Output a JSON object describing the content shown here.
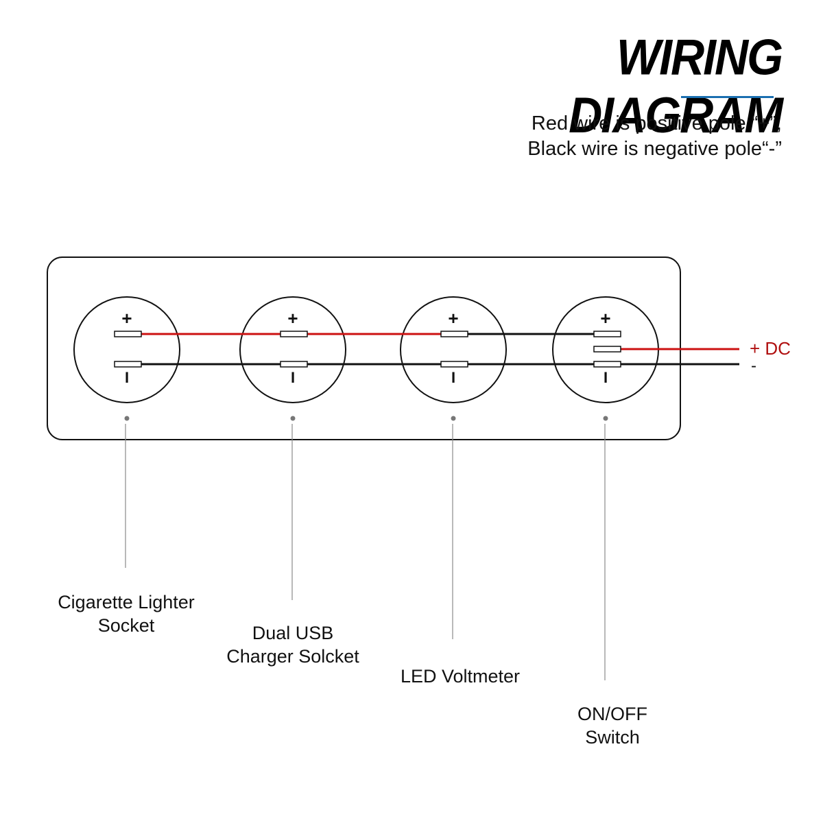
{
  "header": {
    "title": "WIRING DIAGRAM",
    "note_line1": "Red wire is positive pole “+”,",
    "note_line2": "Black wire is negative pole“-”"
  },
  "panel": {
    "modules": [
      {
        "plus_sign": "+",
        "minus_sign": "I",
        "label_line1": "Cigarette Lighter",
        "label_line2": "Socket"
      },
      {
        "plus_sign": "+",
        "minus_sign": "I",
        "label_line1": "Dual USB",
        "label_line2": "Charger Solcket"
      },
      {
        "plus_sign": "+",
        "minus_sign": "I",
        "label_line1": "LED Voltmeter",
        "label_line2": ""
      },
      {
        "plus_sign": "+",
        "minus_sign": "I",
        "label_line1": "ON/OFF",
        "label_line2": "Switch"
      }
    ]
  },
  "supply": {
    "positive_label": "+ DC",
    "negative_label": "-"
  },
  "colors": {
    "positive_wire": "#cc1111",
    "negative_wire": "#111111",
    "dc_label": "#b01010",
    "accent_rule": "#1a6fb0",
    "leader_line": "#8a8a8a"
  }
}
